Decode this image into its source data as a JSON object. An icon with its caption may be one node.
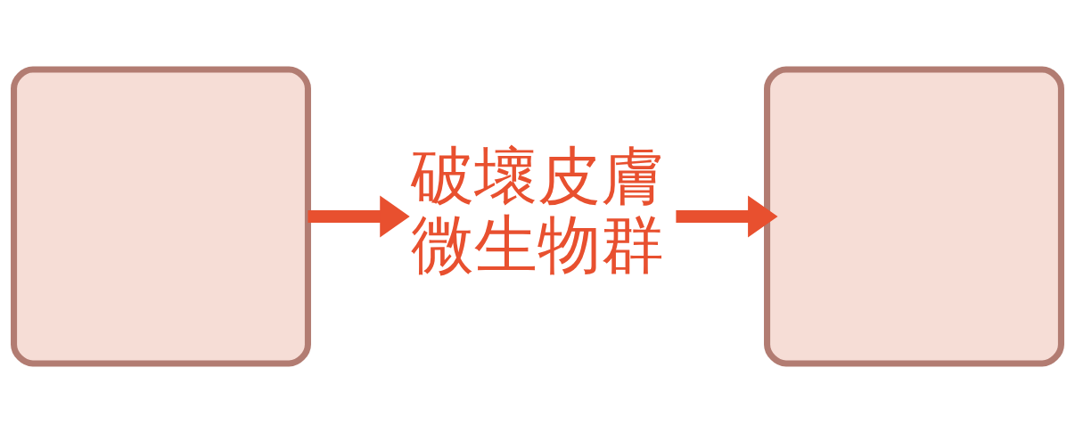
{
  "diagram": {
    "nodes": [
      {
        "text": [],
        "shape": "box"
      },
      {
        "text": [
          "破壞皮膚微生物群"
        ]
      },
      {
        "text": [],
        "shape": "box"
      }
    ],
    "edges": [
      {
        "from": 0,
        "to": 1,
        "arrow": "to"
      },
      {
        "from": 1,
        "to": 2,
        "arrow": "to"
      }
    ]
  }
}
